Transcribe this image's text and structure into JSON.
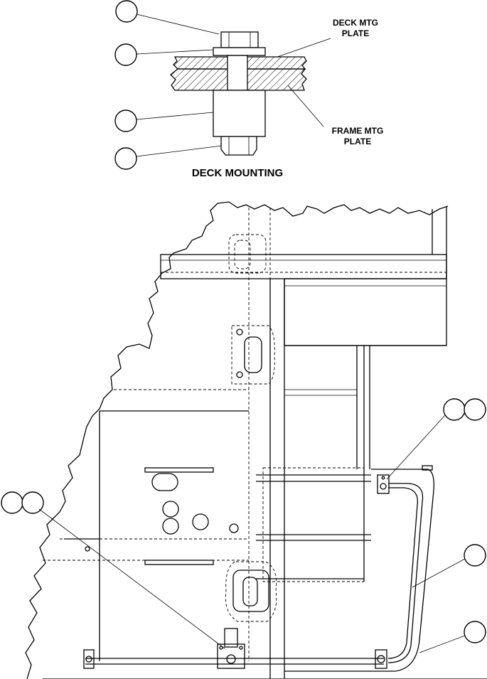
{
  "detail": {
    "title": "DECK MOUNTING",
    "deck_plate_label": [
      "DECK MTG",
      "PLATE"
    ],
    "frame_plate_label": [
      "FRAME  MTG",
      "PLATE"
    ]
  },
  "callouts": {
    "detail_count": 4,
    "main_count": 6,
    "text": ""
  }
}
